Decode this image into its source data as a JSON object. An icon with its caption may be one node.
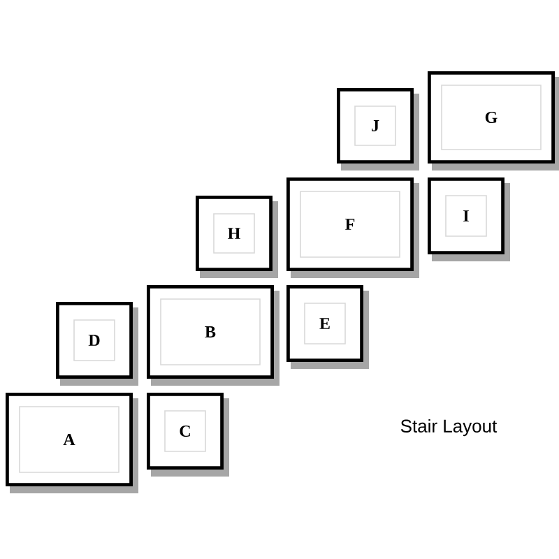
{
  "diagram": {
    "caption": "Stair Layout",
    "nodes": [
      {
        "text": [
          "J"
        ]
      },
      {
        "text": [
          "G"
        ]
      },
      {
        "text": [
          "H"
        ]
      },
      {
        "text": [
          "F"
        ]
      },
      {
        "text": [
          "I"
        ]
      },
      {
        "text": [
          "D"
        ]
      },
      {
        "text": [
          "B"
        ]
      },
      {
        "text": [
          "E"
        ]
      },
      {
        "text": [
          "A"
        ]
      },
      {
        "text": [
          "C"
        ]
      }
    ]
  }
}
